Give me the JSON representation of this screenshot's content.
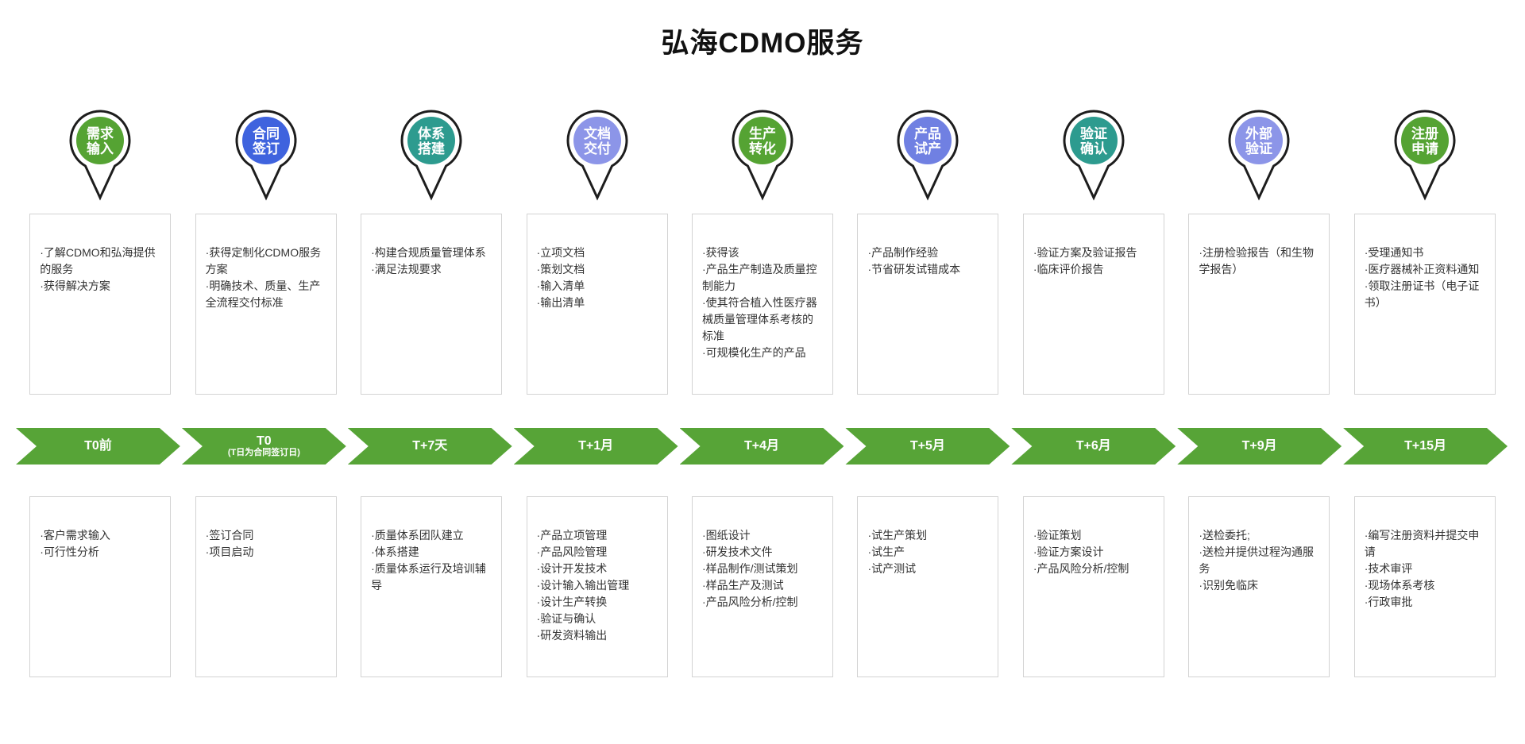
{
  "title": "弘海CDMO服务",
  "colors": {
    "arrow": "#57A437",
    "pin_outline": "#1d1d1d",
    "box_border": "#d3d3d3",
    "green": "#55A333",
    "blue": "#3F63DE",
    "teal": "#2D9B8F",
    "periwinkle": "#8C95E8",
    "violet_blue": "#7080E2"
  },
  "columns": [
    {
      "id": "demand-input",
      "pin": {
        "line1": "需求",
        "line2": "输入",
        "color": "#55A333"
      },
      "deliverables": [
        "了解CDMO和弘海提供的服务",
        "获得解决方案"
      ],
      "timeline": {
        "label": "T0前",
        "sublabel": ""
      },
      "activities": [
        "客户需求输入",
        "可行性分析"
      ]
    },
    {
      "id": "contract-signing",
      "pin": {
        "line1": "合同",
        "line2": "签订",
        "color": "#3F63DE"
      },
      "deliverables": [
        "获得定制化CDMO服务方案",
        "明确技术、质量、生产全流程交付标准"
      ],
      "timeline": {
        "label": "T0",
        "sublabel": "(T日为合同签订日)"
      },
      "activities": [
        "签订合同",
        "项目启动"
      ]
    },
    {
      "id": "system-setup",
      "pin": {
        "line1": "体系",
        "line2": "搭建",
        "color": "#2D9B8F"
      },
      "deliverables": [
        "构建合规质量管理体系",
        "满足法规要求"
      ],
      "timeline": {
        "label": "T+7天",
        "sublabel": ""
      },
      "activities": [
        "质量体系团队建立",
        "体系搭建",
        "质量体系运行及培训辅导"
      ]
    },
    {
      "id": "document-delivery",
      "pin": {
        "line1": "文档",
        "line2": "交付",
        "color": "#8C95E8"
      },
      "deliverables": [
        "立项文档",
        "策划文档",
        "输入清单",
        "输出清单"
      ],
      "timeline": {
        "label": "T+1月",
        "sublabel": ""
      },
      "activities": [
        "产品立项管理",
        "产品风险管理",
        "设计开发技术",
        "设计输入输出管理",
        "设计生产转换",
        "验证与确认",
        "研发资料输出"
      ]
    },
    {
      "id": "production-transfer",
      "pin": {
        "line1": "生产",
        "line2": "转化",
        "color": "#55A333"
      },
      "deliverables": [
        "获得该",
        "产品生产制造及质量控制能力",
        "使其符合植入性医疗器械质量管理体系考核的标准",
        "可规模化生产的产品"
      ],
      "timeline": {
        "label": "T+4月",
        "sublabel": ""
      },
      "activities": [
        "图纸设计",
        "研发技术文件",
        "样品制作/测试策划",
        "样品生产及测试",
        "产品风险分析/控制"
      ]
    },
    {
      "id": "product-pilot",
      "pin": {
        "line1": "产品",
        "line2": "试产",
        "color": "#7080E2"
      },
      "deliverables": [
        "产品制作经验",
        "节省研发试错成本"
      ],
      "timeline": {
        "label": "T+5月",
        "sublabel": ""
      },
      "activities": [
        "试生产策划",
        "试生产",
        "试产测试"
      ]
    },
    {
      "id": "verification-confirmation",
      "pin": {
        "line1": "验证",
        "line2": "确认",
        "color": "#2D9B8F"
      },
      "deliverables": [
        "验证方案及验证报告",
        "临床评价报告"
      ],
      "timeline": {
        "label": "T+6月",
        "sublabel": ""
      },
      "activities": [
        "验证策划",
        "验证方案设计",
        "产品风险分析/控制"
      ]
    },
    {
      "id": "external-verification",
      "pin": {
        "line1": "外部",
        "line2": "验证",
        "color": "#8C95E8"
      },
      "deliverables": [
        "注册检验报告（和生物学报告）"
      ],
      "timeline": {
        "label": "T+9月",
        "sublabel": ""
      },
      "activities": [
        "送检委托;",
        "送检并提供过程沟通服务",
        "识别免临床"
      ]
    },
    {
      "id": "registration-application",
      "pin": {
        "line1": "注册",
        "line2": "申请",
        "color": "#55A333"
      },
      "deliverables": [
        "受理通知书",
        "医疗器械补正资料通知",
        "领取注册证书（电子证书）"
      ],
      "timeline": {
        "label": "T+15月",
        "sublabel": ""
      },
      "activities": [
        "编写注册资料并提交申请",
        "技术审评",
        "现场体系考核",
        "行政审批"
      ]
    }
  ]
}
